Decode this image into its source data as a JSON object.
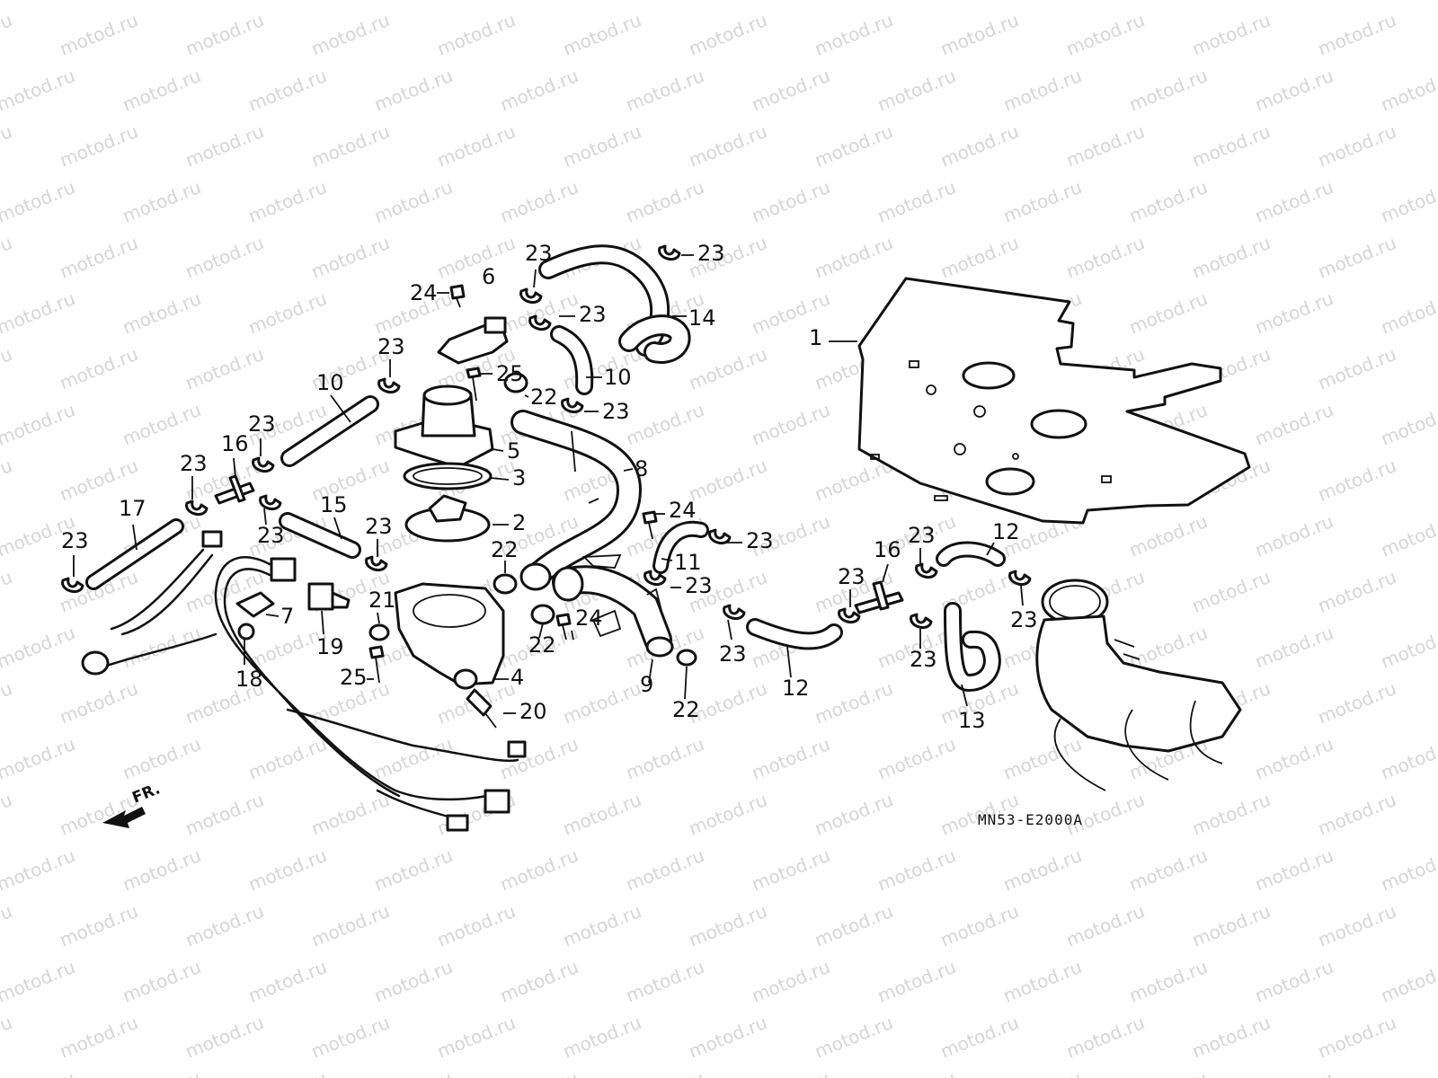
{
  "watermark": {
    "text": "motod.ru"
  },
  "front_indicator": {
    "label": "FR."
  },
  "diagram_code": "MN53-E2000A",
  "callouts": [
    {
      "id": "c1",
      "number": "1"
    },
    {
      "id": "c2",
      "number": "2"
    },
    {
      "id": "c3",
      "number": "3"
    },
    {
      "id": "c4",
      "number": "4"
    },
    {
      "id": "c5",
      "number": "5"
    },
    {
      "id": "c6",
      "number": "6"
    },
    {
      "id": "c7",
      "number": "7"
    },
    {
      "id": "c8",
      "number": "8"
    },
    {
      "id": "c9",
      "number": "9"
    },
    {
      "id": "c10a",
      "number": "10"
    },
    {
      "id": "c10b",
      "number": "10"
    },
    {
      "id": "c11",
      "number": "11"
    },
    {
      "id": "c12a",
      "number": "12"
    },
    {
      "id": "c12b",
      "number": "12"
    },
    {
      "id": "c13",
      "number": "13"
    },
    {
      "id": "c14",
      "number": "14"
    },
    {
      "id": "c15",
      "number": "15"
    },
    {
      "id": "c16a",
      "number": "16"
    },
    {
      "id": "c16b",
      "number": "16"
    },
    {
      "id": "c17",
      "number": "17"
    },
    {
      "id": "c18",
      "number": "18"
    },
    {
      "id": "c19",
      "number": "19"
    },
    {
      "id": "c20",
      "number": "20"
    },
    {
      "id": "c21",
      "number": "21"
    },
    {
      "id": "c22a",
      "number": "22"
    },
    {
      "id": "c22b",
      "number": "22"
    },
    {
      "id": "c22c",
      "number": "22"
    },
    {
      "id": "c22d",
      "number": "22"
    },
    {
      "id": "c23a",
      "number": "23"
    },
    {
      "id": "c23b",
      "number": "23"
    },
    {
      "id": "c23c",
      "number": "23"
    },
    {
      "id": "c23d",
      "number": "23"
    },
    {
      "id": "c23e",
      "number": "23"
    },
    {
      "id": "c23f",
      "number": "23"
    },
    {
      "id": "c23g",
      "number": "23"
    },
    {
      "id": "c23h",
      "number": "23"
    },
    {
      "id": "c23i",
      "number": "23"
    },
    {
      "id": "c23j",
      "number": "23"
    },
    {
      "id": "c23k",
      "number": "23"
    },
    {
      "id": "c23l",
      "number": "23"
    },
    {
      "id": "c23m",
      "number": "23"
    },
    {
      "id": "c23n",
      "number": "23"
    },
    {
      "id": "c23o",
      "number": "23"
    },
    {
      "id": "c23p",
      "number": "23"
    },
    {
      "id": "c23q",
      "number": "23"
    },
    {
      "id": "c24a",
      "number": "24"
    },
    {
      "id": "c24b",
      "number": "24"
    },
    {
      "id": "c24c",
      "number": "24"
    },
    {
      "id": "c25a",
      "number": "25"
    },
    {
      "id": "c25b",
      "number": "25"
    }
  ]
}
